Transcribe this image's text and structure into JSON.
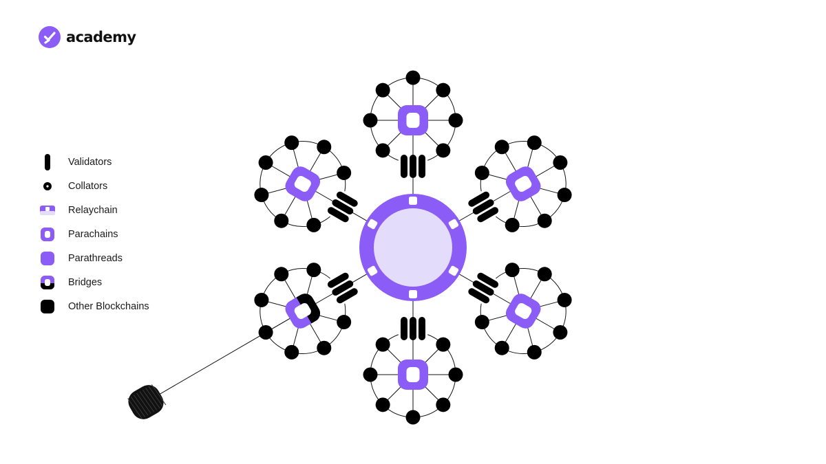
{
  "brand": {
    "name": "academy",
    "logo_icon": "check-badge-icon",
    "color": "#8C5CF6"
  },
  "legend": [
    {
      "label": "Validators",
      "icon": "validator-icon"
    },
    {
      "label": "Collators",
      "icon": "collator-icon"
    },
    {
      "label": "Relaychain",
      "icon": "relaychain-icon"
    },
    {
      "label": "Parachains",
      "icon": "parachain-icon"
    },
    {
      "label": "Parathreads",
      "icon": "parathread-icon"
    },
    {
      "label": "Bridges",
      "icon": "bridge-icon"
    },
    {
      "label": "Other Blockchains",
      "icon": "other-blockchain-icon"
    }
  ],
  "colors": {
    "purple": "#8C5CF6",
    "light_purple": "#E4DCFB",
    "black": "#000000",
    "line": "#111111"
  },
  "diagram": {
    "relay_chain": {
      "slots": 6
    },
    "parachains": [
      {
        "name": "parachain-top",
        "type": "parachain",
        "collators": 7
      },
      {
        "name": "parachain-top-right",
        "type": "parachain",
        "collators": 7
      },
      {
        "name": "parachain-bottom-right",
        "type": "parachain",
        "collators": 7
      },
      {
        "name": "parachain-bottom",
        "type": "parachain",
        "collators": 7
      },
      {
        "name": "bridge-bottom-left",
        "type": "bridge",
        "collators": 7
      },
      {
        "name": "parachain-top-left",
        "type": "parachain",
        "collators": 7
      }
    ],
    "validator_groups": 6,
    "validators_per_group": 3,
    "external_chain": {
      "type": "other-blockchain",
      "connected_to": "bridge-bottom-left"
    }
  }
}
